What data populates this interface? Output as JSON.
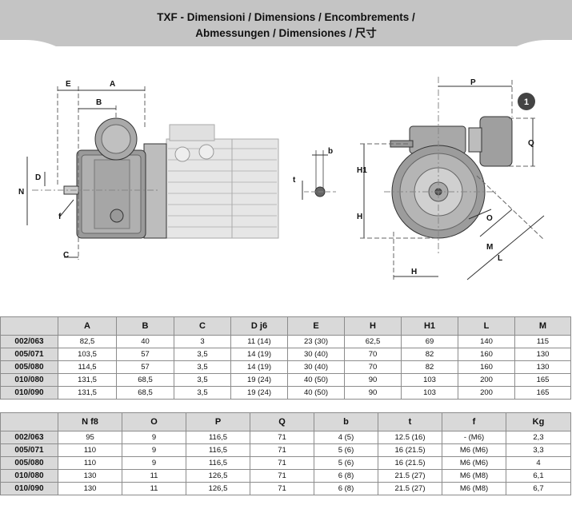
{
  "title": {
    "line1": "TXF - Dimensioni / Dimensions / Encombrements /",
    "line2": "Abmessungen / Dimensiones / 尺寸"
  },
  "drawing": {
    "labels": {
      "E": "E",
      "A": "A",
      "B": "B",
      "D": "D",
      "N": "N",
      "f": "f",
      "C": "C",
      "b": "b",
      "t": "t",
      "P": "P",
      "Q": "Q",
      "H1": "H1",
      "H": "H",
      "H_bottom": "H",
      "O": "O",
      "M": "M",
      "L": "L",
      "callout": "1"
    }
  },
  "table1": {
    "headers": [
      "",
      "A",
      "B",
      "C",
      "D j6",
      "E",
      "H",
      "H1",
      "L",
      "M"
    ],
    "rows": [
      [
        "002/063",
        "82,5",
        "40",
        "3",
        "11 (14)",
        "23 (30)",
        "62,5",
        "69",
        "140",
        "115"
      ],
      [
        "005/071",
        "103,5",
        "57",
        "3,5",
        "14 (19)",
        "30 (40)",
        "70",
        "82",
        "160",
        "130"
      ],
      [
        "005/080",
        "114,5",
        "57",
        "3,5",
        "14 (19)",
        "30 (40)",
        "70",
        "82",
        "160",
        "130"
      ],
      [
        "010/080",
        "131,5",
        "68,5",
        "3,5",
        "19 (24)",
        "40 (50)",
        "90",
        "103",
        "200",
        "165"
      ],
      [
        "010/090",
        "131,5",
        "68,5",
        "3,5",
        "19 (24)",
        "40 (50)",
        "90",
        "103",
        "200",
        "165"
      ]
    ]
  },
  "table2": {
    "headers": [
      "",
      "N f8",
      "O",
      "P",
      "Q",
      "b",
      "t",
      "f",
      "Kg"
    ],
    "rows": [
      [
        "002/063",
        "95",
        "9",
        "116,5",
        "71",
        "4 (5)",
        "12.5 (16)",
        "-   (M6)",
        "2,3"
      ],
      [
        "005/071",
        "110",
        "9",
        "116,5",
        "71",
        "5 (6)",
        "16 (21.5)",
        "M6 (M6)",
        "3,3"
      ],
      [
        "005/080",
        "110",
        "9",
        "116,5",
        "71",
        "5 (6)",
        "16 (21.5)",
        "M6 (M6)",
        "4"
      ],
      [
        "010/080",
        "130",
        "11",
        "126,5",
        "71",
        "6 (8)",
        "21.5 (27)",
        "M6 (M8)",
        "6,1"
      ],
      [
        "010/090",
        "130",
        "11",
        "126,5",
        "71",
        "6 (8)",
        "21.5 (27)",
        "M6 (M8)",
        "6,7"
      ]
    ]
  }
}
